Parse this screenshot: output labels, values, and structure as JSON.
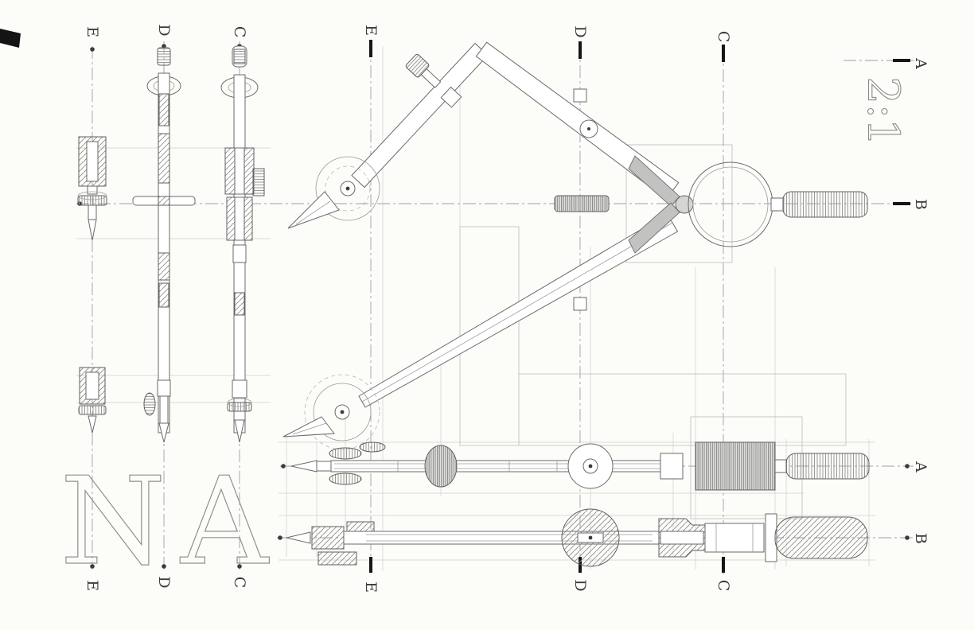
{
  "page": {
    "kind": "scanned technical drawing sheet",
    "background_color": "#fcfcf9"
  },
  "drawing": {
    "subject": "drafting-compass multi-view engineering drawing",
    "scale_label": "2:1",
    "stencil_letters": [
      "N",
      "A"
    ],
    "section_labels": {
      "e": "E",
      "d": "D",
      "c": "C"
    },
    "view_labels": {
      "a": "A",
      "b": "B"
    },
    "colors": {
      "outline": "#6a6a6a",
      "centerline": "#9aa0ab",
      "construction": "#cfcfcc",
      "tick": "#161616",
      "label_text": "#3c3c3c"
    }
  }
}
